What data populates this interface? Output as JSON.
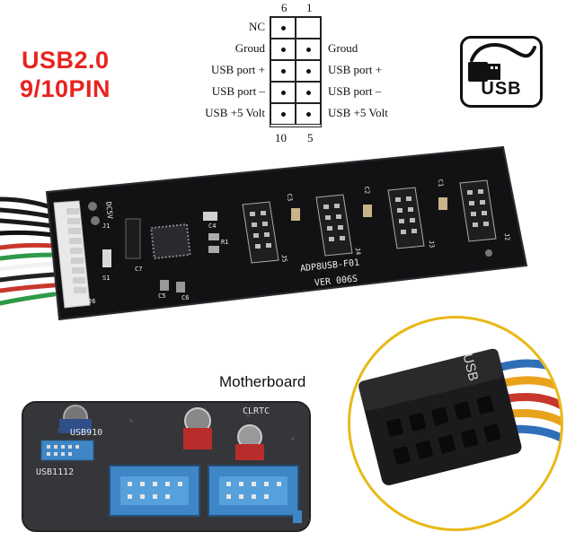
{
  "title": {
    "line1": "USB2.0",
    "line2": "9/10PIN"
  },
  "pinout": {
    "top_numbers": [
      "6",
      "1"
    ],
    "bottom_numbers": [
      "10",
      "5"
    ],
    "left_labels": [
      "NC",
      "Groud",
      "USB port +",
      "USB port –",
      "USB +5 Volt"
    ],
    "right_labels": [
      "Groud",
      "USB port +",
      "USB port –",
      "USB +5 Volt"
    ]
  },
  "usb_logo": {
    "text": "USB"
  },
  "board": {
    "model": "ADP8USB-F01",
    "version": "VER 006S",
    "silkscreen": [
      "DC5V",
      "J1",
      "J2",
      "J3",
      "J4",
      "J5",
      "J6",
      "C1",
      "C2",
      "C3",
      "C4",
      "C5",
      "C6",
      "C7",
      "R1",
      "S1"
    ]
  },
  "motherboard": {
    "caption": "Motherboard",
    "labels": [
      "USB910",
      "USB1112",
      "CLRTC"
    ]
  },
  "connector": {
    "label": "USB"
  },
  "colors": {
    "title_red": "#e8231f",
    "circle_border": "#e8b917",
    "pcb_black": "#121214",
    "header_blue": "#3f86c7"
  }
}
